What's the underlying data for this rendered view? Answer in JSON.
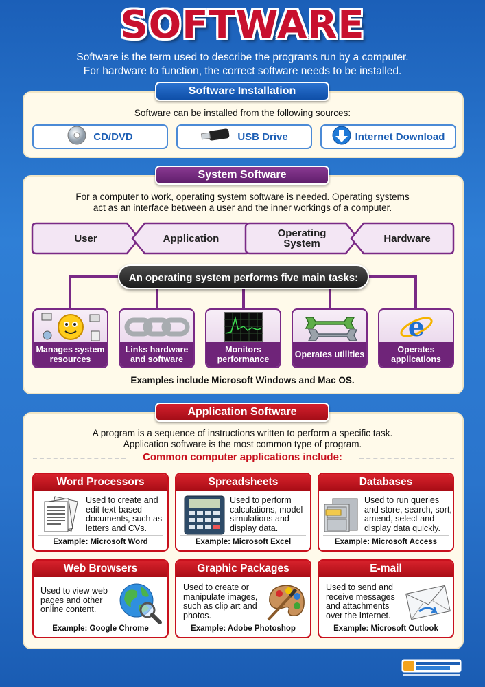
{
  "title": "SOFTWARE",
  "intro": {
    "line1": "Software is the term used to describe the programs run by a computer.",
    "line2": "For hardware to function, the correct software needs to be installed."
  },
  "installation": {
    "heading": "Software Installation",
    "text": "Software can be installed from the following sources:",
    "sources": [
      {
        "label": "CD/DVD",
        "icon": "cd-icon"
      },
      {
        "label": "USB Drive",
        "icon": "usb-drive-icon"
      },
      {
        "label": "Internet Download",
        "icon": "download-icon"
      }
    ]
  },
  "system": {
    "heading": "System Software",
    "text_line1": "For a computer to work, operating system software is needed. Operating systems",
    "text_line2": "act as an interface between a user and the inner workings of a computer.",
    "flow": [
      "User",
      "Application",
      "Operating System",
      "Hardware"
    ],
    "tasks_heading": "An operating system performs five main tasks:",
    "tasks": [
      {
        "label": "Manages system resources",
        "icon": "juggling-computer-icon"
      },
      {
        "label": "Links hardware and software",
        "icon": "chain-link-icon"
      },
      {
        "label": "Monitors performance",
        "icon": "performance-graph-icon"
      },
      {
        "label": "Operates utilities",
        "icon": "wrench-icon"
      },
      {
        "label": "Operates applications",
        "icon": "browser-e-icon"
      }
    ],
    "examples": "Examples include Microsoft Windows and Mac OS."
  },
  "application": {
    "heading": "Application Software",
    "text_line1": "A program is a sequence of instructions written to perform a specific task.",
    "text_line2": "Application software is the most common type of program.",
    "common_heading": "Common computer applications include:",
    "cards": [
      {
        "title": "Word Processors",
        "desc": [
          "Used to create and",
          "edit text-based",
          "documents, such as",
          "letters and CVs."
        ],
        "example": "Example: Microsoft Word",
        "icon": "document-stack-icon"
      },
      {
        "title": "Spreadsheets",
        "desc": [
          "Used to perform",
          "calculations, model",
          "simulations and",
          "display data."
        ],
        "example": "Example: Microsoft Excel",
        "icon": "calculator-icon"
      },
      {
        "title": "Databases",
        "desc": [
          "Used to run queries",
          "and store, search, sort,",
          "amend, select and",
          "display data quickly."
        ],
        "example": "Example: Microsoft Access",
        "icon": "filing-cabinet-icon"
      },
      {
        "title": "Web Browsers",
        "desc": [
          "Used to view web",
          "pages and other",
          "online content."
        ],
        "example": "Example: Google Chrome",
        "icon": "globe-magnifier-icon"
      },
      {
        "title": "Graphic Packages",
        "desc": [
          "Used to create or",
          "manipulate images,",
          "such as clip art and",
          "photos."
        ],
        "example": "Example: Adobe Photoshop",
        "icon": "paint-palette-icon"
      },
      {
        "title": "E-mail",
        "desc": [
          "Used to send and",
          "receive messages",
          "and attachments",
          "over the Internet."
        ],
        "example": "Example: Microsoft Outlook",
        "icon": "envelope-icon"
      }
    ]
  },
  "colors": {
    "background": "#2a74cc",
    "title_red": "#c8102e",
    "panel": "#fffaea",
    "system_purple": "#6f2479",
    "app_red": "#c8101d",
    "install_blue": "#1d5fb5"
  },
  "publisher_logo": "daydream education"
}
